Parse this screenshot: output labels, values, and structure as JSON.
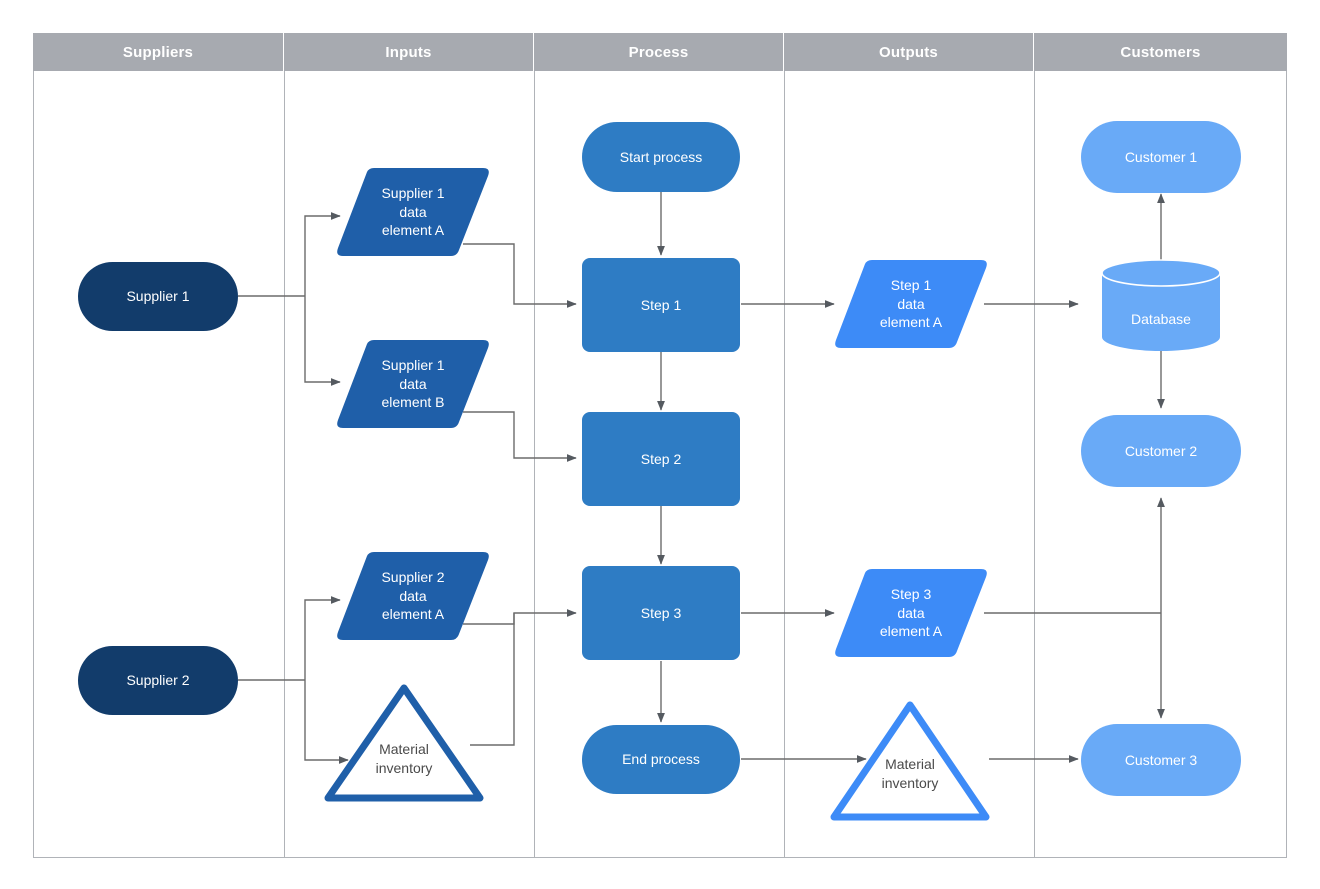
{
  "diagram": {
    "type": "sipoc-swimlane-flowchart",
    "columns": [
      {
        "id": "suppliers",
        "label": "Suppliers"
      },
      {
        "id": "inputs",
        "label": "Inputs"
      },
      {
        "id": "process",
        "label": "Process"
      },
      {
        "id": "outputs",
        "label": "Outputs"
      },
      {
        "id": "customers",
        "label": "Customers"
      }
    ],
    "colors": {
      "header_bg": "#a7aab0",
      "header_text": "#ffffff",
      "supplier_fill": "#123c6b",
      "input_fill": "#1f5fa9",
      "process_fill": "#2e7cc4",
      "output_fill": "#3d8bf7",
      "customer_fill": "#69aaf7",
      "input_triangle_stroke": "#1f5fa9",
      "output_triangle_stroke": "#3d8bf7",
      "connector": "#6b6b6b",
      "grid_line": "#b0b3b8",
      "triangle_text": "#4a4a4a"
    },
    "nodes": {
      "suppliers": [
        {
          "id": "supplier-1",
          "label": "Supplier 1",
          "shape": "rounded-pill"
        },
        {
          "id": "supplier-2",
          "label": "Supplier 2",
          "shape": "rounded-pill"
        }
      ],
      "inputs": [
        {
          "id": "input-s1-a",
          "label": "Supplier 1\ndata\nelement A",
          "shape": "parallelogram"
        },
        {
          "id": "input-s1-b",
          "label": "Supplier 1\ndata\nelement B",
          "shape": "parallelogram"
        },
        {
          "id": "input-s2-a",
          "label": "Supplier 2\ndata\nelement A",
          "shape": "parallelogram"
        },
        {
          "id": "input-material-inventory",
          "label": "Material\ninventory",
          "shape": "triangle"
        }
      ],
      "process": [
        {
          "id": "start-process",
          "label": "Start process",
          "shape": "stadium"
        },
        {
          "id": "step-1",
          "label": "Step 1",
          "shape": "rounded-rect"
        },
        {
          "id": "step-2",
          "label": "Step 2",
          "shape": "rounded-rect"
        },
        {
          "id": "step-3",
          "label": "Step 3",
          "shape": "rounded-rect"
        },
        {
          "id": "end-process",
          "label": "End process",
          "shape": "stadium"
        }
      ],
      "outputs": [
        {
          "id": "output-step1-a",
          "label": "Step 1\ndata\nelement A",
          "shape": "parallelogram"
        },
        {
          "id": "output-step3-a",
          "label": "Step 3\ndata\nelement A",
          "shape": "parallelogram"
        },
        {
          "id": "output-material-inventory",
          "label": "Material\ninventory",
          "shape": "triangle"
        }
      ],
      "customers": [
        {
          "id": "customer-1",
          "label": "Customer 1",
          "shape": "rounded-pill"
        },
        {
          "id": "database",
          "label": "Database",
          "shape": "cylinder"
        },
        {
          "id": "customer-2",
          "label": "Customer 2",
          "shape": "rounded-pill"
        },
        {
          "id": "customer-3",
          "label": "Customer 3",
          "shape": "rounded-pill"
        }
      ]
    },
    "edges": [
      {
        "from": "supplier-1",
        "to": "input-s1-a"
      },
      {
        "from": "supplier-1",
        "to": "input-s1-b"
      },
      {
        "from": "supplier-2",
        "to": "input-s2-a"
      },
      {
        "from": "supplier-2",
        "to": "input-material-inventory"
      },
      {
        "from": "input-s1-a",
        "to": "step-1"
      },
      {
        "from": "input-s1-b",
        "to": "step-2"
      },
      {
        "from": "input-s2-a",
        "to": "step-3"
      },
      {
        "from": "input-material-inventory",
        "to": "step-3"
      },
      {
        "from": "start-process",
        "to": "step-1"
      },
      {
        "from": "step-1",
        "to": "step-2"
      },
      {
        "from": "step-2",
        "to": "step-3"
      },
      {
        "from": "step-3",
        "to": "end-process"
      },
      {
        "from": "step-1",
        "to": "output-step1-a"
      },
      {
        "from": "step-3",
        "to": "output-step3-a"
      },
      {
        "from": "end-process",
        "to": "output-material-inventory"
      },
      {
        "from": "output-step1-a",
        "to": "database"
      },
      {
        "from": "output-step3-a",
        "to": "customer-2"
      },
      {
        "from": "output-step3-a",
        "to": "customer-3"
      },
      {
        "from": "output-material-inventory",
        "to": "customer-3"
      },
      {
        "from": "database",
        "to": "customer-1"
      },
      {
        "from": "database",
        "to": "customer-2"
      }
    ]
  }
}
